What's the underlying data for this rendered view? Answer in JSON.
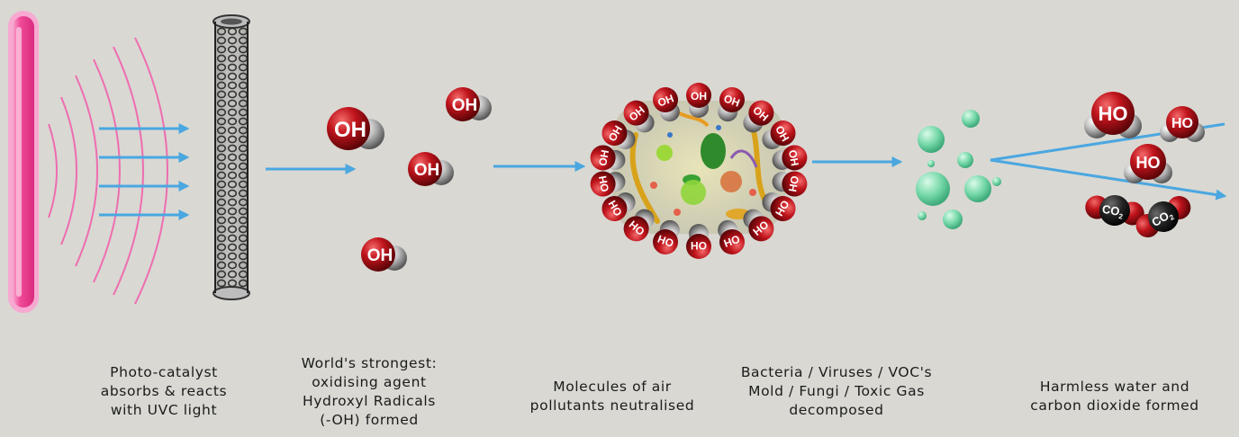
{
  "molecule_labels": {
    "hydroxyl": "OH",
    "water": "HO",
    "carbon_dioxide": "CO",
    "carbon_dioxide_subscript": "2"
  },
  "steps": [
    {
      "lines": [
        "Photo-catalyst",
        "absorbs & reacts",
        "with UVC light"
      ]
    },
    {
      "lines": [
        "World's strongest:",
        "oxidising agent",
        "Hydroxyl Radicals",
        "(-OH) formed"
      ]
    },
    {
      "lines": [
        "Molecules of air",
        "pollutants neutralised"
      ]
    },
    {
      "lines": [
        "Bacteria / Viruses / VOC's",
        "Mold / Fungi / Toxic Gas",
        "decomposed"
      ]
    },
    {
      "lines": [
        "Harmless water and",
        "carbon dioxide formed"
      ]
    }
  ],
  "colors": {
    "background": "#d9d8d3",
    "uv_lamp": "#f04a98",
    "uv_waves": "#ee6db0",
    "arrow": "#4aa7e0",
    "oxygen": "#b8141c",
    "hydrogen": "#9e9e9e",
    "carbon": "#222222",
    "bubbles": "#6fd3a3"
  },
  "icons": [
    "uv-lamp-icon",
    "carbon-nanotube-icon",
    "hydroxyl-molecule-icon",
    "pollutant-cluster-icon",
    "bubble-icon",
    "water-molecule-icon",
    "co2-molecule-icon"
  ]
}
